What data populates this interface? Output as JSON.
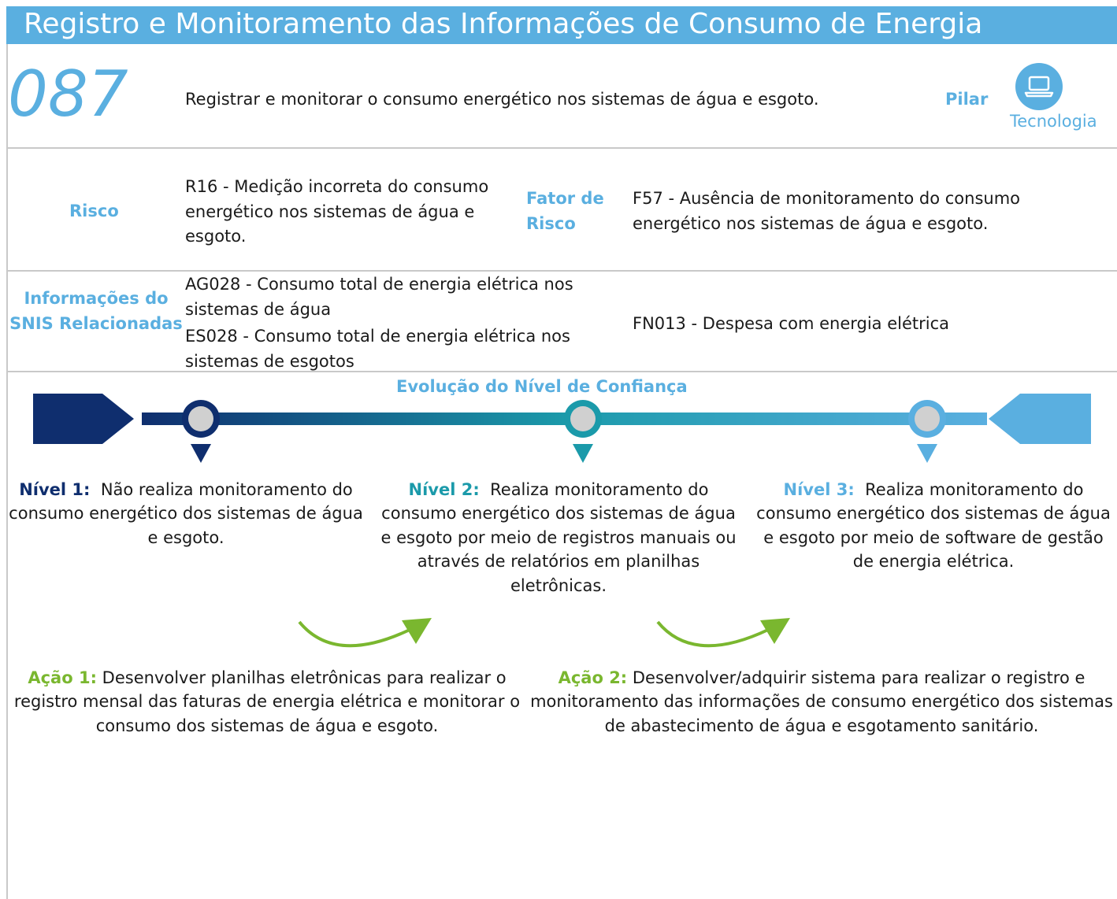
{
  "header": {
    "title": "Registro e Monitoramento das Informações de Consumo de Energia"
  },
  "code": "087",
  "objective": "Registrar e monitorar o consumo energético nos sistemas de água e esgoto.",
  "pilar": {
    "label": "Pilar",
    "value": "Tecnologia",
    "icon": "laptop-icon"
  },
  "risk": {
    "label": "Risco",
    "text": "R16 - Medição incorreta do consumo energético nos sistemas de água e esgoto.",
    "factor_label": "Fator de Risco",
    "factor_text": "F57 - Ausência de monitoramento do consumo energético nos sistemas de água e esgoto."
  },
  "snis": {
    "label": "Informações do SNIS Relacionadas",
    "item1": "AG028 - Consumo total de energia elétrica nos sistemas de água",
    "item2": "ES028 -  Consumo total de energia elétrica nos sistemas de esgotos",
    "item3": "FN013 -  Despesa com energia elétrica"
  },
  "evolution": {
    "title": "Evolução do Nível de Confiança",
    "levels": [
      {
        "label": "Nível 1:",
        "text": "Não realiza monitoramento do consumo energético dos sistemas de água e esgoto."
      },
      {
        "label": "Nível 2:",
        "text": "Realiza monitoramento do consumo energético dos sistemas de água e esgoto por meio de registros manuais ou através de relatórios em planilhas eletrônicas."
      },
      {
        "label": "Nível 3:",
        "text": "Realiza monitoramento do consumo energético dos sistemas de água e esgoto por meio de software de gestão de energia elétrica."
      }
    ]
  },
  "actions": [
    {
      "label": "Ação 1:",
      "text": "Desenvolver planilhas eletrônicas para realizar o registro mensal das faturas de energia elétrica e monitorar o consumo dos sistemas de água e esgoto."
    },
    {
      "label": "Ação 2:",
      "text": "Desenvolver/adquirir sistema para realizar o registro e monitoramento das informações de consumo energético dos sistemas de abastecimento de água e esgotamento sanitário."
    }
  ],
  "colors": {
    "title_bg": "#5aafe0",
    "level1": "#0f2e6e",
    "level2": "#1b9aaa",
    "level3": "#5aafe0",
    "action": "#7ab72f"
  }
}
